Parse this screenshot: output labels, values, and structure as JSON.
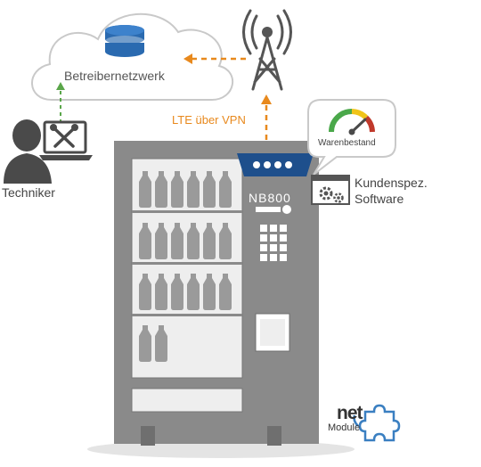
{
  "labels": {
    "cloud": "Betreibernetzwerk",
    "technician": "Techniker",
    "connection": "LTE über VPN",
    "device": "NB800",
    "gauge": "Warenbestand",
    "software_line1": "Kundenspez.",
    "software_line2": "Software"
  },
  "brand": {
    "net": "net",
    "module": "Module"
  },
  "colors": {
    "machine": "#8a8a8a",
    "machine_dark": "#6f6f6f",
    "shelf": "#eeeeee",
    "bottle": "#9a9a9a",
    "router": "#1e4f8c",
    "database": "#2a6ab0",
    "orange_link": "#e8891d",
    "green_link": "#5aa64a",
    "icon_gray": "#4a4a4a",
    "gauge_green": "#4aa84a",
    "gauge_red": "#c0392b",
    "puzzle": "#3a7fc1"
  },
  "icons": [
    "database-icon",
    "cell-tower-icon",
    "technician-icon",
    "laptop-icon",
    "tools-icon",
    "router-icon",
    "gauge-icon",
    "software-gears-icon",
    "puzzle-icon"
  ]
}
